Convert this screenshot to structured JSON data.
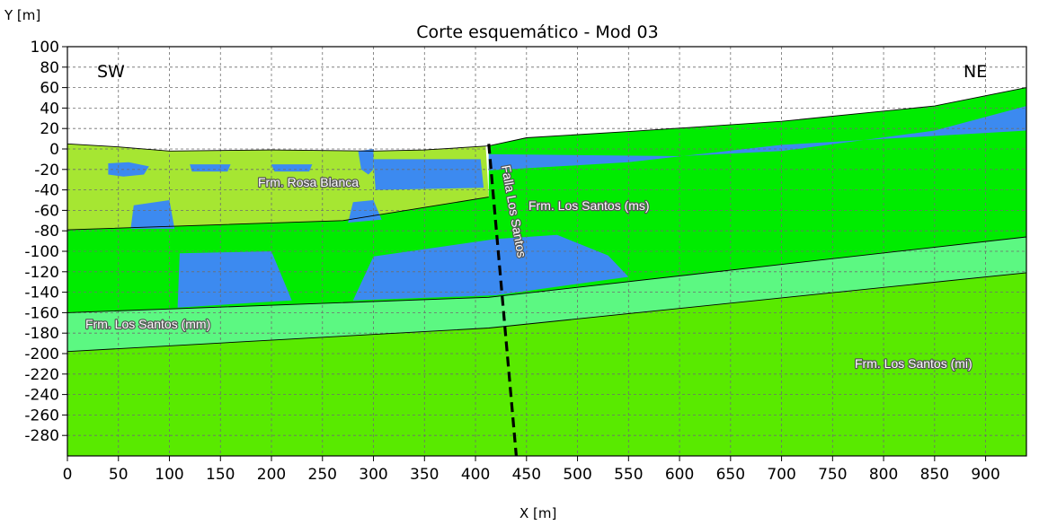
{
  "title": "Corte esquemático - Mod 03",
  "x_axis": {
    "label": "X [m]",
    "range": [
      0,
      940
    ],
    "ticks": [
      "0",
      "50",
      "100",
      "150",
      "200",
      "250",
      "300",
      "350",
      "400",
      "450",
      "500",
      "550",
      "600",
      "650",
      "700",
      "750",
      "800",
      "850",
      "900"
    ]
  },
  "y_axis": {
    "label": "Y [m]",
    "range": [
      -300,
      100
    ],
    "ticks": [
      "100",
      "80",
      "60",
      "40",
      "20",
      "0",
      "-20",
      "-40",
      "-60",
      "-80",
      "-100",
      "-120",
      "-140",
      "-160",
      "-180",
      "-200",
      "-220",
      "-240",
      "-260",
      "-280"
    ]
  },
  "directions": {
    "left": "SW",
    "right": "NE"
  },
  "fault": {
    "label": "Falla Los Santos"
  },
  "formations": {
    "rosa_blanca": "Frm. Rosa Blanca",
    "ls_ms": "Frm. Los Santos (ms)",
    "ls_mm": "Frm. Los Santos (mm)",
    "ls_mi": "Frm. Los Santos (mi)"
  },
  "colors": {
    "rosa_blanca": "#a6e632",
    "ls_ms": "#00ec00",
    "ls_mm": "#5cf882",
    "ls_mi": "#59ea00",
    "blue_lens": "#3c8af0",
    "grid": "#6e6e6e"
  },
  "chart_data": {
    "type": "geologic-section",
    "title": "Corte esquemático - Mod 03",
    "xlabel": "X [m]",
    "ylabel": "Y [m]",
    "xlim": [
      0,
      940
    ],
    "ylim": [
      -300,
      100
    ],
    "grid": true,
    "units": [
      {
        "name": "Frm. Rosa Blanca",
        "color": "#a6e632",
        "polygon": [
          [
            0,
            5
          ],
          [
            50,
            2
          ],
          [
            100,
            -2
          ],
          [
            200,
            -1
          ],
          [
            300,
            -2
          ],
          [
            350,
            -1
          ],
          [
            410,
            3
          ],
          [
            413,
            -47
          ],
          [
            270,
            -70
          ],
          [
            0,
            -79
          ]
        ]
      },
      {
        "name": "Frm. Los Santos (ms)",
        "color": "#00ec00",
        "polygon": [
          [
            0,
            -79
          ],
          [
            270,
            -70
          ],
          [
            413,
            -47
          ],
          [
            413,
            3
          ],
          [
            450,
            11
          ],
          [
            550,
            17
          ],
          [
            700,
            27
          ],
          [
            850,
            42
          ],
          [
            940,
            60
          ],
          [
            940,
            -86
          ],
          [
            413,
            -145
          ],
          [
            0,
            -160
          ]
        ]
      },
      {
        "name": "Frm. Los Santos (mm)",
        "color": "#5cf882",
        "polygon": [
          [
            0,
            -160
          ],
          [
            413,
            -145
          ],
          [
            940,
            -86
          ],
          [
            940,
            -121
          ],
          [
            413,
            -175
          ],
          [
            0,
            -198
          ]
        ]
      },
      {
        "name": "Frm. Los Santos (mi)",
        "color": "#59ea00",
        "polygon": [
          [
            0,
            -198
          ],
          [
            413,
            -175
          ],
          [
            940,
            -121
          ],
          [
            940,
            -300
          ],
          [
            0,
            -300
          ]
        ]
      }
    ],
    "lenses": [
      [
        [
          40,
          -14
        ],
        [
          60,
          -13
        ],
        [
          80,
          -17
        ],
        [
          75,
          -25
        ],
        [
          55,
          -27
        ],
        [
          40,
          -25
        ]
      ],
      [
        [
          120,
          -15
        ],
        [
          160,
          -15
        ],
        [
          157,
          -22
        ],
        [
          122,
          -22
        ]
      ],
      [
        [
          200,
          -15
        ],
        [
          240,
          -15
        ],
        [
          237,
          -22
        ],
        [
          203,
          -22
        ]
      ],
      [
        [
          65,
          -55
        ],
        [
          100,
          -50
        ],
        [
          105,
          -78
        ],
        [
          62,
          -78
        ]
      ],
      [
        [
          280,
          -52
        ],
        [
          300,
          -50
        ],
        [
          308,
          -69
        ],
        [
          275,
          -72
        ]
      ],
      [
        [
          110,
          -102
        ],
        [
          200,
          -100
        ],
        [
          220,
          -148
        ],
        [
          108,
          -155
        ]
      ],
      [
        [
          300,
          -105
        ],
        [
          420,
          -88
        ],
        [
          480,
          -84
        ],
        [
          530,
          -104
        ],
        [
          550,
          -125
        ],
        [
          420,
          -143
        ],
        [
          280,
          -148
        ]
      ],
      [
        [
          413,
          -5
        ],
        [
          600,
          -7
        ],
        [
          700,
          -2
        ],
        [
          850,
          18
        ],
        [
          940,
          42
        ],
        [
          940,
          18
        ],
        [
          700,
          4
        ],
        [
          550,
          -13
        ],
        [
          413,
          -21
        ]
      ],
      [
        [
          285,
          -2
        ],
        [
          300,
          0
        ],
        [
          300,
          -20
        ],
        [
          295,
          -25
        ],
        [
          288,
          -20
        ]
      ],
      [
        [
          300,
          -10
        ],
        [
          405,
          -10
        ],
        [
          408,
          -38
        ],
        [
          302,
          -40
        ]
      ]
    ],
    "fault": {
      "name": "Falla Los Santos",
      "points": [
        [
          413,
          5
        ],
        [
          440,
          -300
        ]
      ]
    }
  }
}
